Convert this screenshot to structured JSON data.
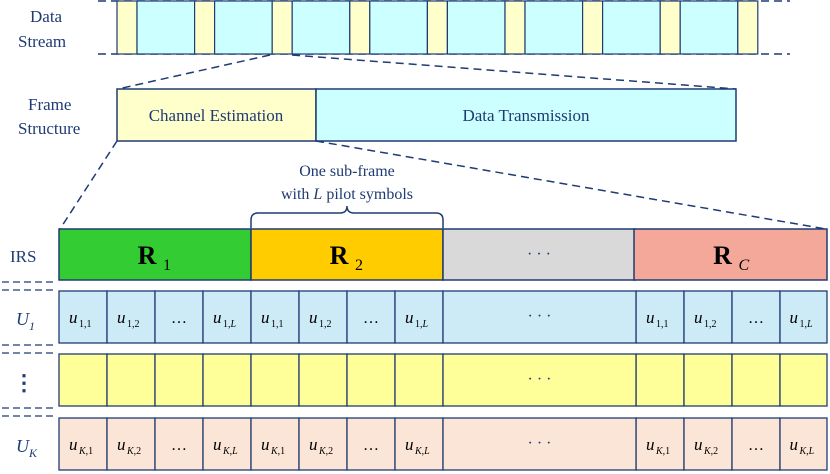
{
  "labels": {
    "data_stream_line1": "Data",
    "data_stream_line2": "Stream",
    "frame_structure_line1": "Frame",
    "frame_structure_line2": "Structure",
    "irs": "IRS"
  },
  "frame": {
    "channel_estimation": "Channel Estimation",
    "data_transmission": "Data Transmission"
  },
  "subframe_note": {
    "line1": "One sub-frame",
    "line2_prefix": "with ",
    "line2_var": "L",
    "line2_suffix": " pilot symbols"
  },
  "irs_blocks": [
    {
      "main": "R",
      "sub": "1",
      "color": "#33cc33"
    },
    {
      "main": "R",
      "sub": "2",
      "color": "#ffcc00"
    },
    {
      "main": "· · ·",
      "sub": "",
      "color": "#d9d9d9"
    },
    {
      "main": "R",
      "sub": "C",
      "color": "#f4a89a"
    }
  ],
  "users": [
    {
      "main": "U",
      "sub": "1",
      "color": "#cdeaf7",
      "cells": [
        {
          "b": "u",
          "s": "1,1"
        },
        {
          "b": "u",
          "s": "1,2"
        },
        {
          "b": "…",
          "s": ""
        },
        {
          "b": "u",
          "s": "1,L"
        },
        {
          "b": "u",
          "s": "1,1"
        },
        {
          "b": "u",
          "s": "1,2"
        },
        {
          "b": "…",
          "s": ""
        },
        {
          "b": "u",
          "s": "1,L"
        },
        {
          "b": "u",
          "s": "1,1"
        },
        {
          "b": "u",
          "s": "1,2"
        },
        {
          "b": "…",
          "s": ""
        },
        {
          "b": "u",
          "s": "1,L"
        }
      ]
    },
    {
      "main": "⋮",
      "sub": "",
      "color": "#ffff99",
      "cells": [
        {
          "b": "",
          "s": ""
        },
        {
          "b": "",
          "s": ""
        },
        {
          "b": "",
          "s": ""
        },
        {
          "b": "",
          "s": ""
        },
        {
          "b": "",
          "s": ""
        },
        {
          "b": "",
          "s": ""
        },
        {
          "b": "",
          "s": ""
        },
        {
          "b": "",
          "s": ""
        },
        {
          "b": "",
          "s": ""
        },
        {
          "b": "",
          "s": ""
        },
        {
          "b": "",
          "s": ""
        },
        {
          "b": "",
          "s": ""
        }
      ]
    },
    {
      "main": "U",
      "sub": "K",
      "color": "#fbe5d6",
      "cells": [
        {
          "b": "u",
          "s": "K,1"
        },
        {
          "b": "u",
          "s": "K,2"
        },
        {
          "b": "…",
          "s": ""
        },
        {
          "b": "u",
          "s": "K,L"
        },
        {
          "b": "u",
          "s": "K,1"
        },
        {
          "b": "u",
          "s": "K,2"
        },
        {
          "b": "…",
          "s": ""
        },
        {
          "b": "u",
          "s": "K,L"
        },
        {
          "b": "u",
          "s": "K,1"
        },
        {
          "b": "u",
          "s": "K,2"
        },
        {
          "b": "…",
          "s": ""
        },
        {
          "b": "u",
          "s": "K,L"
        }
      ]
    }
  ],
  "middle_dots": "· · ·",
  "colors": {
    "pilot": "#ffffcc",
    "data": "#ccffff",
    "frame_ce": "#ffffcc",
    "frame_dt": "#ccffff"
  }
}
